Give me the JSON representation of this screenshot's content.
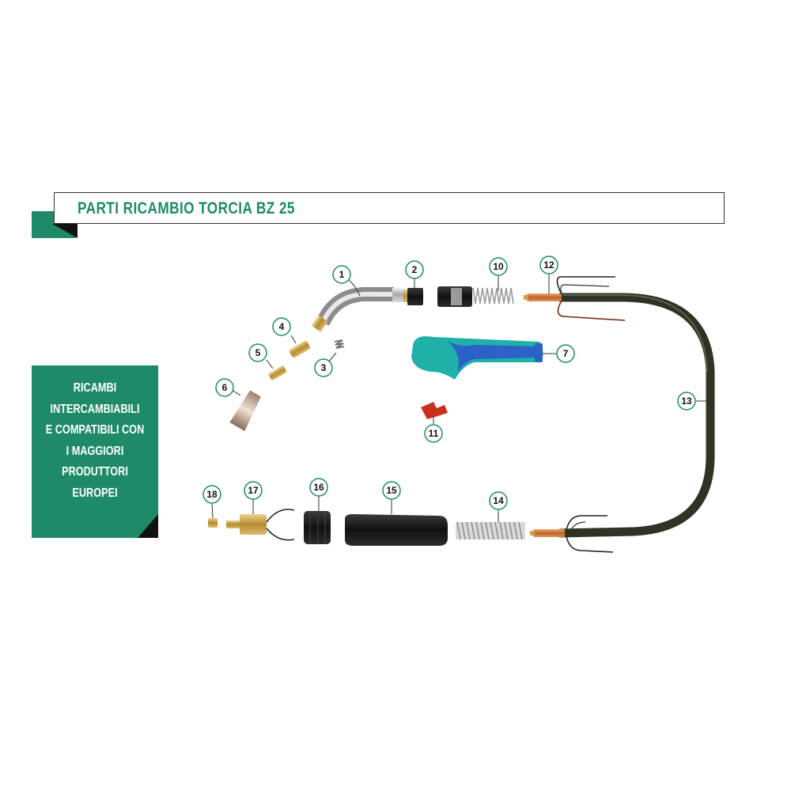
{
  "header": {
    "title": "PARTI RICAMBIO TORCIA BZ 25"
  },
  "side_box": {
    "lines": [
      "RICAMBI",
      "INTERCAMBIABILI",
      "E COMPATIBILI CON",
      "I MAGGIORI",
      "PRODUTTORI",
      "EUROPEI"
    ]
  },
  "callouts": [
    "1",
    "2",
    "3",
    "4",
    "5",
    "6",
    "7",
    "10",
    "11",
    "12",
    "13",
    "14",
    "15",
    "16",
    "17",
    "18"
  ],
  "colors": {
    "accent": "#1f8a6a",
    "handle_teal": "#1fb0a8",
    "handle_blue": "#2a62c8",
    "hose": "#2e3325",
    "brass": "#c9a44a"
  }
}
